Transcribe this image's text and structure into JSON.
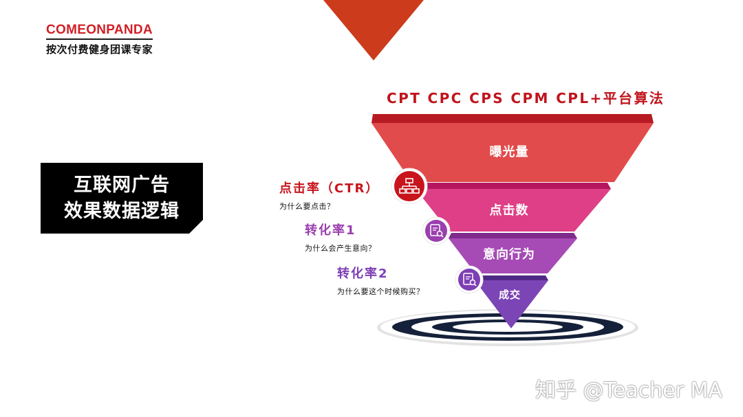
{
  "brand": {
    "name": "COMEONPANDA",
    "tagline": "按次付费健身团课专家"
  },
  "title": {
    "line1": "互联网广告",
    "line2": "效果数据逻辑"
  },
  "formula": "CPT CPC CPS CPM CPL+平台算法",
  "funnel": {
    "layers": [
      {
        "label": "曝光量",
        "color": "#e24b4b"
      },
      {
        "label": "点击数",
        "color": "#de3f86"
      },
      {
        "label": "意向行为",
        "color": "#a64bb5"
      },
      {
        "label": "成交",
        "color": "#7c45b5"
      }
    ]
  },
  "rates": [
    {
      "title": "点击率（CTR）",
      "question": "为什么要点击？",
      "color": "#c8141c",
      "icon": "org-chart-icon"
    },
    {
      "title": "转化率1",
      "question": "为什么会产生意向？",
      "color": "#9a3fae",
      "icon": "report-search-icon"
    },
    {
      "title": "转化率2",
      "question": "为什么要这个时候购买？",
      "color": "#7e3fb5",
      "icon": "report-search-icon"
    }
  ],
  "watermark": "知乎 @Teacher MA"
}
